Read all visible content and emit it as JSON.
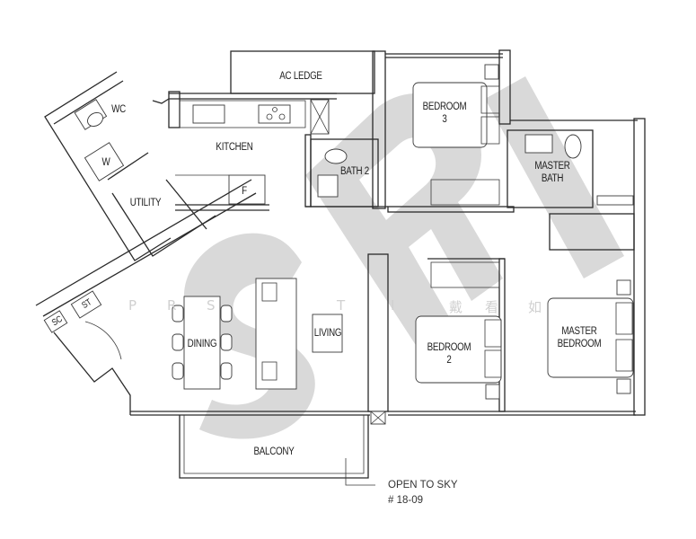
{
  "floor_plan": {
    "unit_number": "# 18-09",
    "annotation": "OPEN TO SKY",
    "rooms": [
      {
        "id": "ac-ledge",
        "label": "AC LEDGE"
      },
      {
        "id": "wc",
        "label": "WC"
      },
      {
        "id": "washer",
        "label": "W"
      },
      {
        "id": "kitchen",
        "label": "KITCHEN"
      },
      {
        "id": "fridge",
        "label": "F"
      },
      {
        "id": "utility",
        "label": "UTILITY"
      },
      {
        "id": "bath-2",
        "label": "BATH 2"
      },
      {
        "id": "bedroom-3",
        "label": "BEDROOM\n3"
      },
      {
        "id": "master-bath",
        "label": "MASTER\nBATH"
      },
      {
        "id": "shelter",
        "label": "ST"
      },
      {
        "id": "store",
        "label": "SC"
      },
      {
        "id": "dining",
        "label": "DINING"
      },
      {
        "id": "living",
        "label": "LIVING"
      },
      {
        "id": "bedroom-2",
        "label": "BEDROOM\n2"
      },
      {
        "id": "master-bedroom",
        "label": "MASTER\nBEDROOM"
      },
      {
        "id": "balcony",
        "label": "BALCONY"
      }
    ],
    "watermark": {
      "logo": "SRI",
      "text_latin": [
        "P",
        "R",
        "S",
        "T",
        "I"
      ],
      "text_cjk": [
        "戴",
        "看",
        "如"
      ],
      "color": "#b9b9b9"
    }
  }
}
